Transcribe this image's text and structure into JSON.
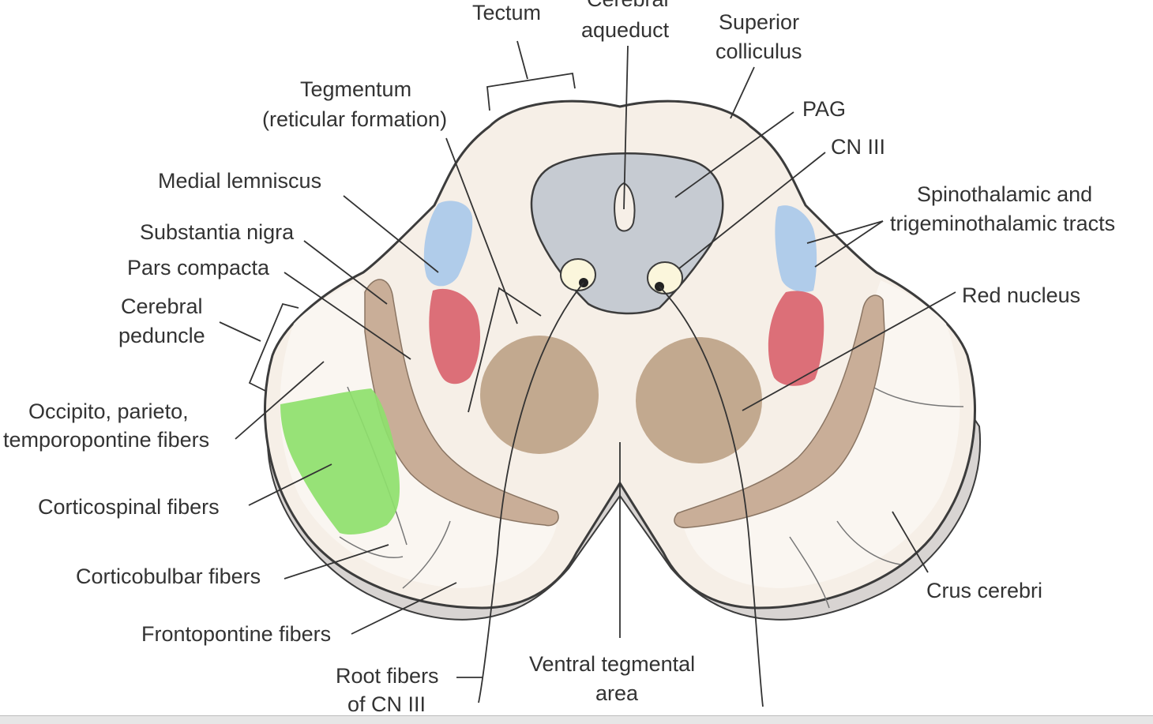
{
  "labels": {
    "tectum": "Tectum",
    "aqueduct_1": "Cerebral",
    "aqueduct_2": "aqueduct",
    "sup_coll_1": "Superior",
    "sup_coll_2": "colliculus",
    "pag": "PAG",
    "cn3": "CN III",
    "tegmentum_1": "Tegmentum",
    "tegmentum_2": "(reticular formation)",
    "medial_lemniscus": "Medial lemniscus",
    "substantia_nigra": "Substantia nigra",
    "pars_compacta": "Pars compacta",
    "cerebral_peduncle_1": "Cerebral",
    "cerebral_peduncle_2": "peduncle",
    "occipito_1": "Occipito, parieto,",
    "occipito_2": "temporopontine fibers",
    "corticospinal": "Corticospinal fibers",
    "corticobulbar": "Corticobulbar fibers",
    "frontopontine": "Frontopontine fibers",
    "root_fibers_1": "Root fibers",
    "root_fibers_2": "of CN III",
    "vta_1": "Ventral tegmental",
    "vta_2": "area",
    "crus_cerebri": "Crus cerebri",
    "red_nucleus": "Red nucleus",
    "spinothalamic_1": "Spinothalamic and",
    "spinothalamic_2": "trigeminothalamic tracts"
  },
  "colors": {
    "tissue": "#f6efe7",
    "peduncle_fill": "#f9f4ee",
    "pag": "#c6cbd2",
    "nigra": "#c9ae98",
    "red_nucleus_disc": "#c2a98f",
    "highlight_red": "#d9606c",
    "highlight_blue": "#a9c8ea",
    "highlight_green": "#8ee06d",
    "outline": "#3c3c3c",
    "text": "#333333"
  }
}
